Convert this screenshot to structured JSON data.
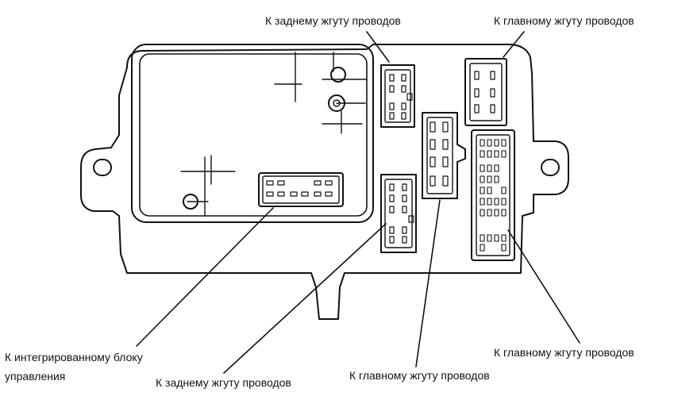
{
  "labels": {
    "rear_harness_top": "К заднему жгуту проводов",
    "main_harness_top_right": "К главному жгуту проводов",
    "ecu_line1": "К интегрированному блоку",
    "ecu_line2": "управления",
    "rear_harness_bottom": "К заднему жгуту проводов",
    "main_harness_bottom": "К главному жгуту проводов",
    "main_harness_right": "К главному жгуту проводов"
  },
  "colors": {
    "ink": "#111111",
    "paper": "#ffffff"
  }
}
